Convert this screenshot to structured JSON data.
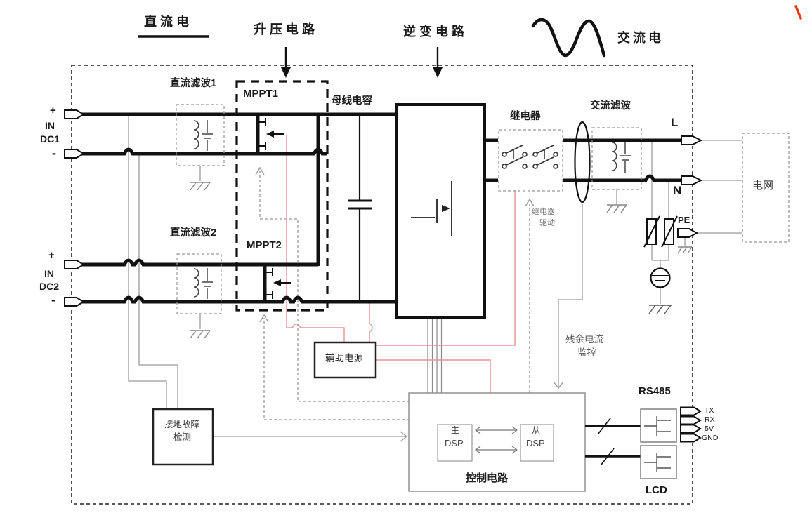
{
  "top": {
    "dc_current": "直流电",
    "boost_circuit": "升压电路",
    "inverter_circuit": "逆变电路",
    "ac_current": "交流电"
  },
  "dc_input1": {
    "plus": "+",
    "line1": "IN",
    "line2": "DC1",
    "minus": "-"
  },
  "dc_input2": {
    "plus": "+",
    "line1": "IN",
    "line2": "DC2",
    "minus": "-"
  },
  "blocks": {
    "dc_filter1": "直流滤波1",
    "mppt1": "MPPT1",
    "bus_capacitor": "母线电容",
    "dc_filter2": "直流滤波2",
    "mppt2": "MPPT2",
    "relay": "继电器",
    "relay_drive_line1": "继电器",
    "relay_drive_line2": "驱动",
    "ac_filter": "交流滤波",
    "residual_line1": "残余电流",
    "residual_line2": "监控",
    "grid": "电网",
    "aux_power": "辅助电源",
    "ground_fault_line1": "接地故障",
    "ground_fault_line2": "检测",
    "control_circuit": "控制电路",
    "master_dsp_line1": "主",
    "master_dsp_line2": "DSP",
    "slave_dsp_line1": "从",
    "slave_dsp_line2": "DSP"
  },
  "io": {
    "rs485": "RS485",
    "lcd": "LCD",
    "tx": "TX",
    "rx": "RX",
    "v5": "5V",
    "gnd": "GND",
    "l": "L",
    "n": "N",
    "pe": "PE"
  },
  "colors": {
    "ink": "#1a1a1a",
    "wire_grey": "#999999",
    "signal_red": "#e09595",
    "accent_red": "#e8380d"
  }
}
